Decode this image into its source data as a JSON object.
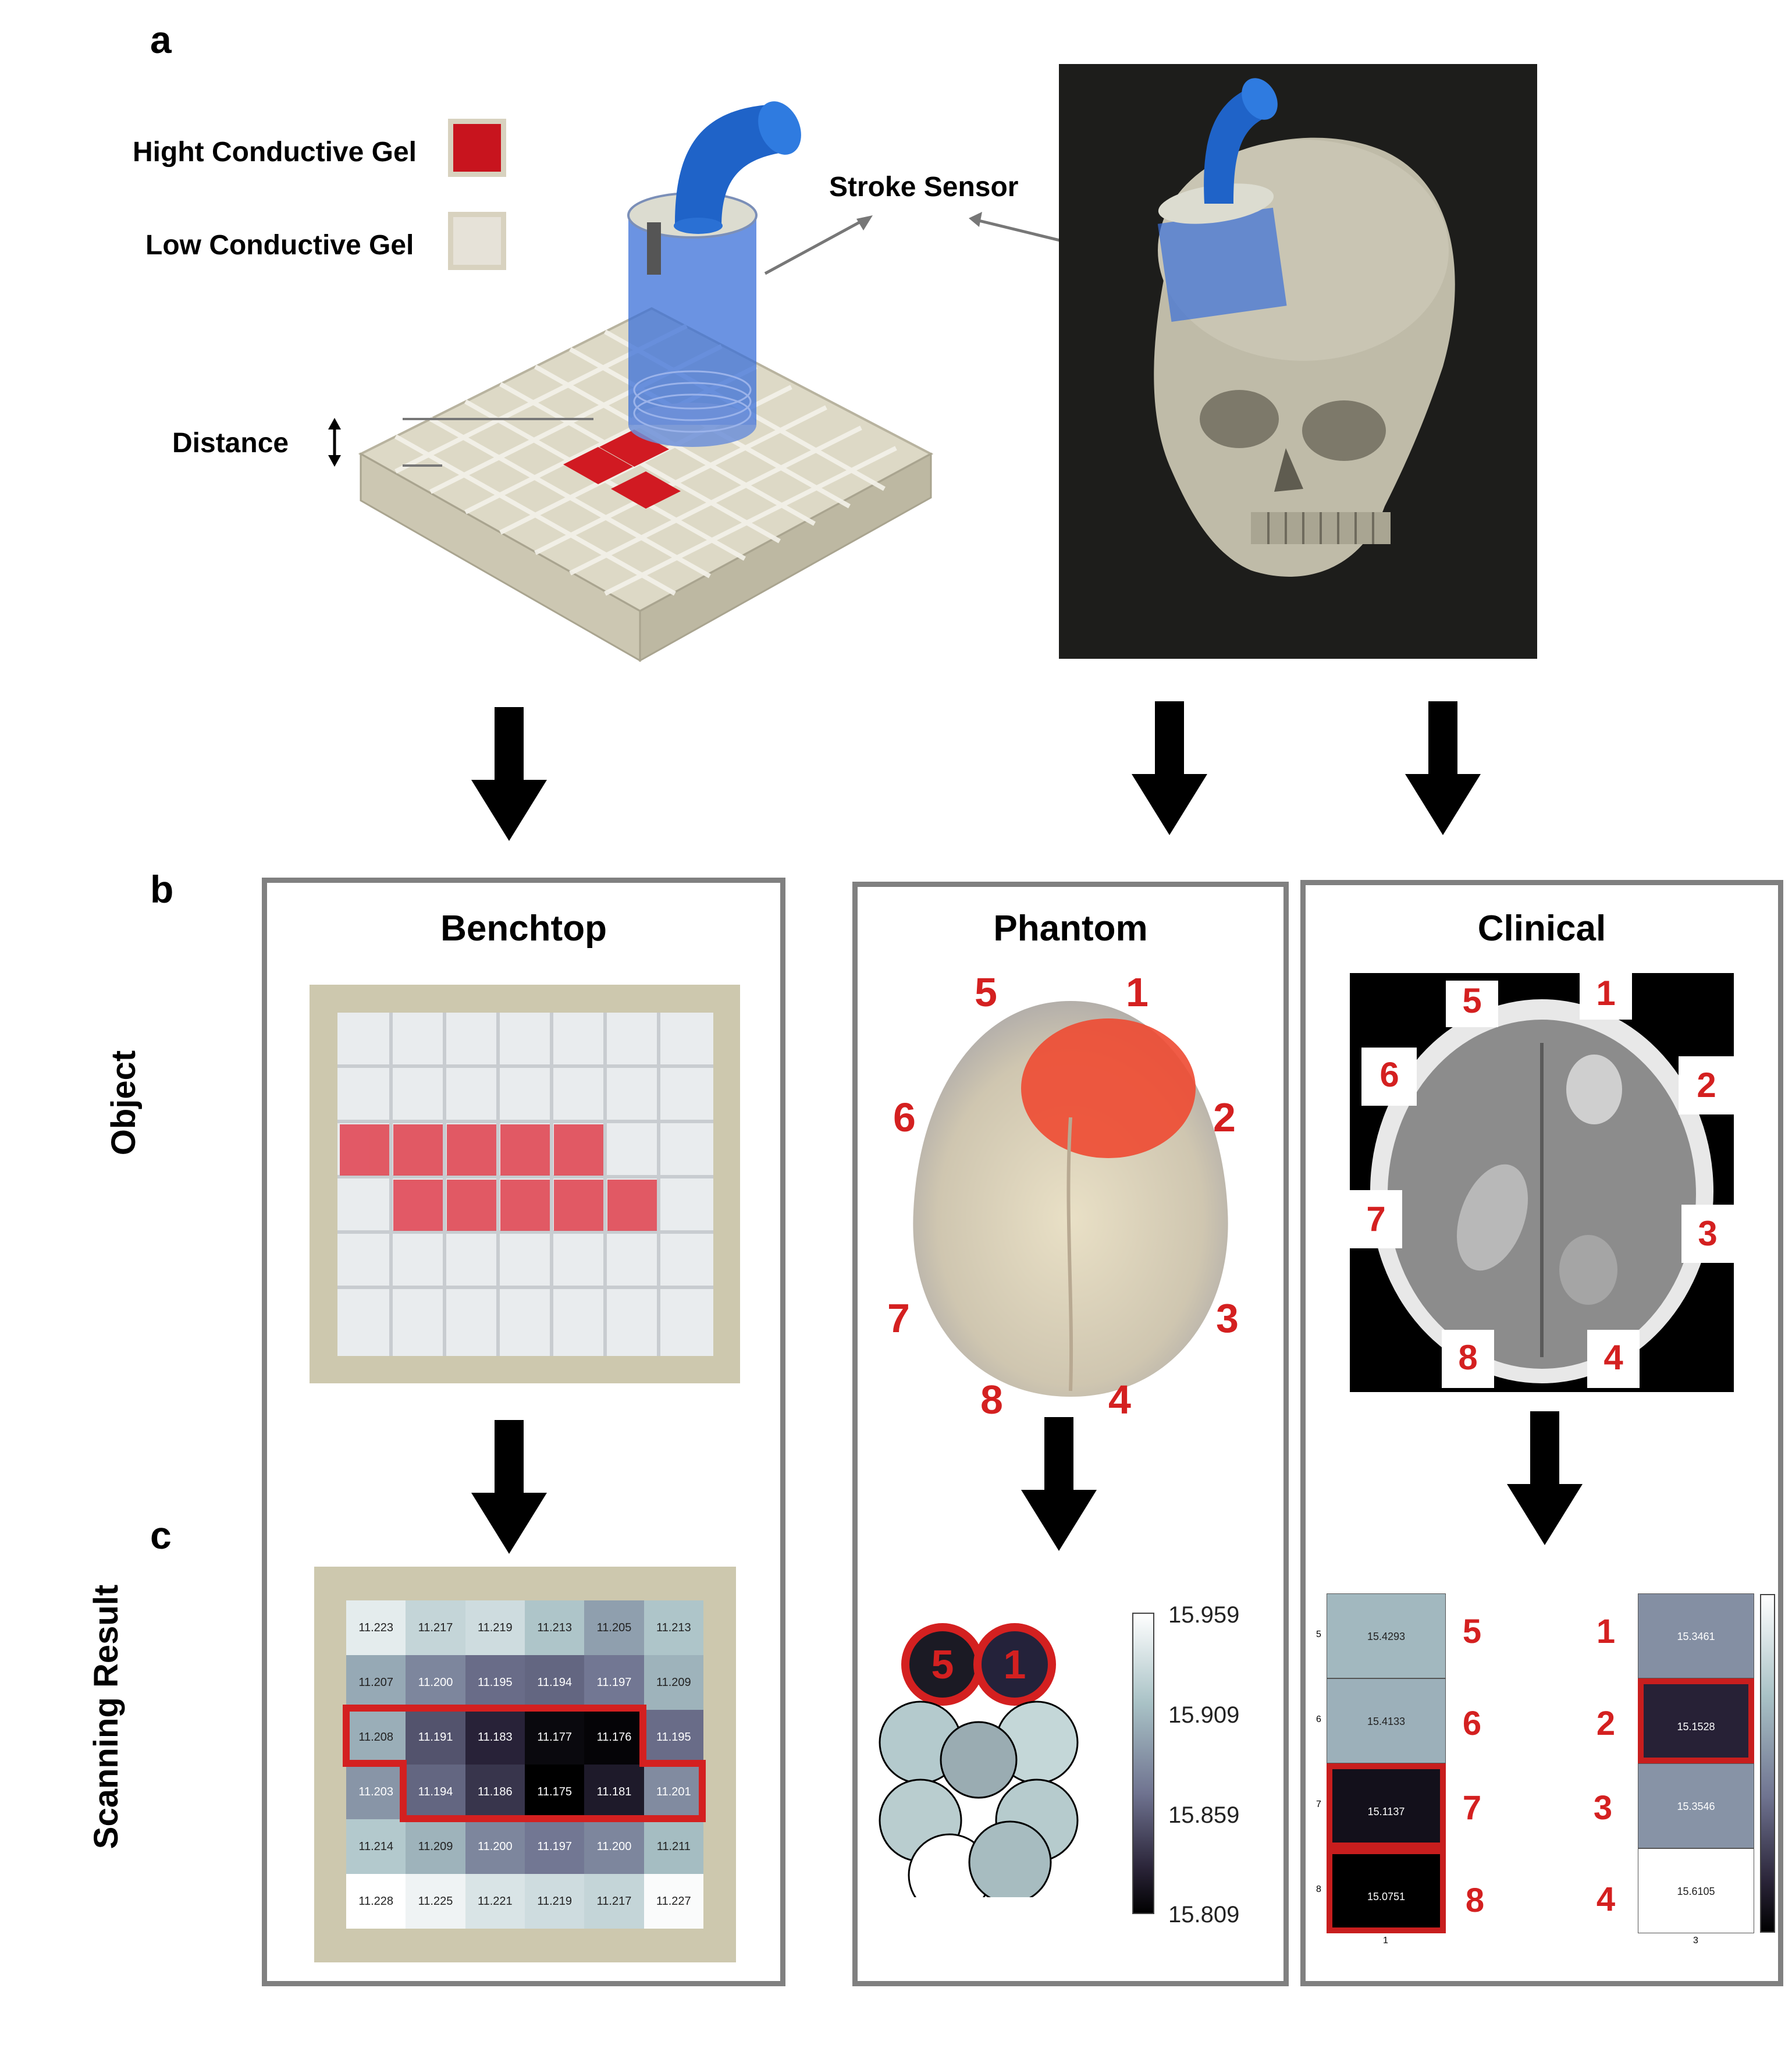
{
  "panel_labels": {
    "a": "a",
    "b": "b",
    "c": "c"
  },
  "legend": {
    "high_label": "Hight Conductive Gel",
    "high_color": "#c8141e",
    "low_label": "Low Conductive Gel",
    "low_color": "#e6e2d8"
  },
  "annotations": {
    "stroke_sensor": "Stroke Sensor",
    "distance": "Distance"
  },
  "rows": {
    "object": "Object",
    "scanning": "Scanning Result"
  },
  "columns": {
    "benchtop": "Benchtop",
    "phantom": "Phantom",
    "clinical": "Clinical"
  },
  "phantom": {
    "electrodes": [
      "5",
      "1",
      "6",
      "2",
      "7",
      "3",
      "8",
      "4"
    ],
    "colorbar_ticks": [
      "15.959",
      "15.909",
      "15.859",
      "15.809"
    ],
    "circle_labels": [
      "5",
      "1"
    ]
  },
  "clinical": {
    "electrodes": [
      "5",
      "1",
      "6",
      "2",
      "7",
      "3",
      "8",
      "4"
    ],
    "left_values": [
      "15.4293",
      "15.4133",
      "15.1137",
      "15.0751"
    ],
    "left_labels": [
      "5",
      "6",
      "7",
      "8"
    ],
    "left_small": [
      "5",
      "6",
      "7",
      "8"
    ],
    "left_xtick": "1",
    "right_values": [
      "15.3461",
      "15.1528",
      "15.3546",
      "15.6105"
    ],
    "right_labels": [
      "1",
      "2",
      "3",
      "4"
    ],
    "right_xtick": "3"
  },
  "benchtop_grid": {
    "values": [
      [
        "11.223",
        "11.217",
        "11.219",
        "11.213",
        "11.205",
        "11.213"
      ],
      [
        "11.207",
        "11.200",
        "11.195",
        "11.194",
        "11.197",
        "11.209"
      ],
      [
        "11.208",
        "11.191",
        "11.183",
        "11.177",
        "11.176",
        "11.195"
      ],
      [
        "11.203",
        "11.194",
        "11.186",
        "11.175",
        "11.181",
        "11.201"
      ],
      [
        "11.214",
        "11.209",
        "11.200",
        "11.197",
        "11.200",
        "11.211"
      ],
      [
        "11.228",
        "11.225",
        "11.221",
        "11.219",
        "11.217",
        "11.227"
      ]
    ]
  }
}
